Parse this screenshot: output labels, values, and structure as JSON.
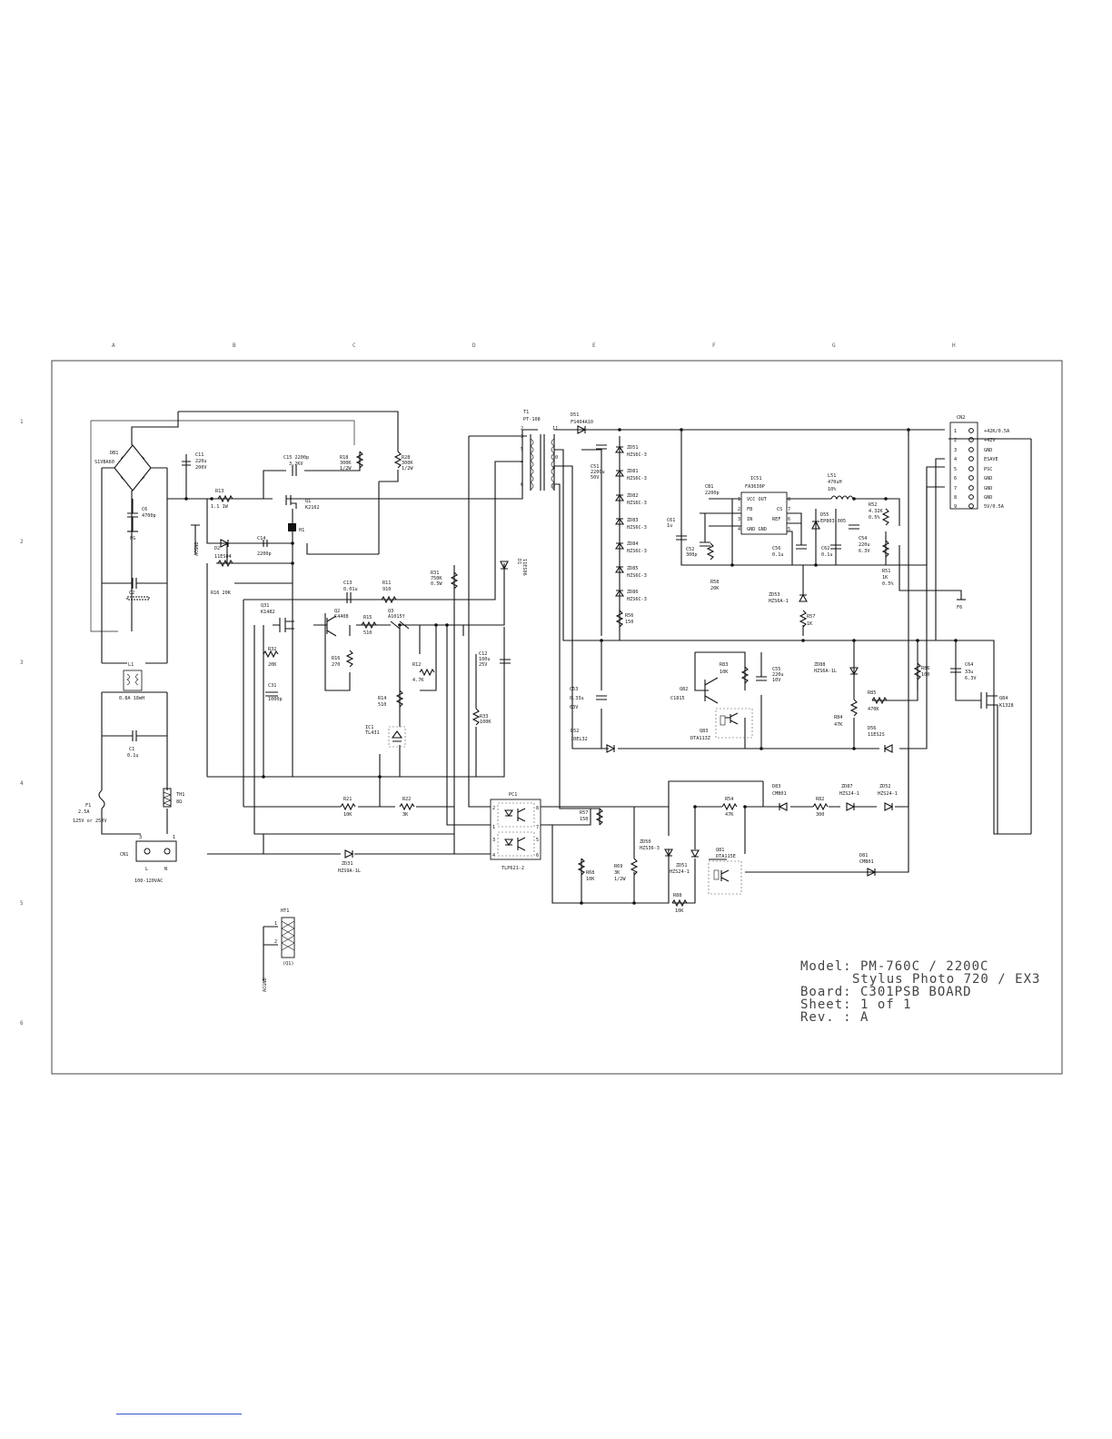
{
  "zones": {
    "columns": [
      "A",
      "B",
      "C",
      "D",
      "E",
      "F",
      "G",
      "H"
    ],
    "rows": [
      "1",
      "2",
      "3",
      "4",
      "5",
      "6"
    ]
  },
  "title_block": {
    "model": "Model: PM-760C / 2200C",
    "model2": "Stylus Photo 720 / EX3",
    "board": "Board: C301PSB BOARD",
    "sheet": "Sheet: 1 of 1",
    "rev": "Rev. : A"
  },
  "components": {
    "db1": [
      "DB1",
      "S1VBA60"
    ],
    "c11": [
      "C11",
      "220u",
      "200V"
    ],
    "c6": [
      "C6",
      "4700p"
    ],
    "fg": "FG",
    "c15": [
      "C15 2200p",
      "3.2KV"
    ],
    "r18": [
      "R18",
      "300K",
      "1/2W"
    ],
    "r28": [
      "R28",
      "300K",
      "1/2W"
    ],
    "r13": [
      "R13",
      "1.1  1W"
    ],
    "q1": [
      "Q1",
      "K2162"
    ],
    "h1": "H1",
    "c14": [
      "C14",
      "2200p"
    ],
    "d2": [
      "D2",
      "11ES04"
    ],
    "acgnd": "ACGND",
    "c2": "C2",
    "r16": "R16   20K",
    "c13": [
      "C13",
      "0.01u"
    ],
    "r11": [
      "R11",
      "910"
    ],
    "r31": [
      "R31",
      "750K",
      "0.5W"
    ],
    "q31": [
      "Q31",
      "K1482"
    ],
    "q2": [
      "Q2",
      "C4408"
    ],
    "r15": [
      "R15",
      "510"
    ],
    "q3": [
      "Q3",
      "A1015Y"
    ],
    "r32": [
      "R32",
      "20K"
    ],
    "r16b": [
      "R16",
      "270"
    ],
    "r12": [
      "R12",
      "4.7K"
    ],
    "c31": [
      "C31",
      "1000p"
    ],
    "r14": [
      "R14",
      "510"
    ],
    "ic1": [
      "IC1",
      "TL431"
    ],
    "l1": [
      "L1",
      "0.8A  18mH"
    ],
    "c1": [
      "C1",
      "0.1u"
    ],
    "f1": [
      "F1",
      "2.5A",
      "125V or 250V"
    ],
    "th1": [
      "TH1",
      "8Ω"
    ],
    "cn1": "CN1",
    "cn1_pins": [
      "3",
      "1"
    ],
    "cn1_ln": [
      "L",
      "N"
    ],
    "ac_in": "100-120VAC",
    "t1": [
      "T1",
      "PT-108"
    ],
    "t1_pins": [
      "2",
      "3",
      "5",
      "4",
      "6",
      "11",
      "10",
      "9",
      "8"
    ],
    "d51": [
      "D51",
      "FS404A10"
    ],
    "c51": [
      "C51",
      "2200u",
      "50V"
    ],
    "c12": [
      "C12",
      "100u",
      "25V"
    ],
    "d1": [
      "D1",
      "11ES06"
    ],
    "r33": [
      "R33",
      "100K"
    ],
    "zd51": [
      "ZD51",
      "HZS6C-3"
    ],
    "zd81": [
      "ZD81",
      "HZS6C-3"
    ],
    "zd82": [
      "ZD82",
      "HZS6C-3"
    ],
    "zd83": [
      "ZD83",
      "HZS6C-3"
    ],
    "zd84": [
      "ZD84",
      "HZS6C-3"
    ],
    "zd85": [
      "ZD85",
      "HZS6C-3"
    ],
    "zd86": [
      "ZD86",
      "HZS6C-3"
    ],
    "r56": [
      "R56",
      "150"
    ],
    "c53": [
      "C53",
      "0.33u",
      "63V"
    ],
    "d52": [
      "D52",
      "10EL32"
    ],
    "c61": [
      "C61",
      "1u"
    ],
    "cb1": [
      "CB1",
      "2200p"
    ],
    "c52": [
      "C52",
      "300p"
    ],
    "r58": [
      "R58",
      "20K"
    ],
    "ic51": "IC51",
    "ic51_part": "FA3630P",
    "ic51_pins_left": [
      [
        "1",
        "VCC OUT"
      ],
      [
        "2",
        "FB"
      ],
      [
        "3",
        "IN"
      ],
      [
        "4",
        "GND GND"
      ]
    ],
    "ic51_pins_right": [
      [
        "8",
        ""
      ],
      [
        "7",
        "CS"
      ],
      [
        "6",
        "REF"
      ],
      [
        "5",
        ""
      ]
    ],
    "c56": [
      "C56",
      "0.1u"
    ],
    "l51": [
      "L51",
      "470uH",
      "10%"
    ],
    "d55": [
      "D55",
      "EP803-005"
    ],
    "c62": [
      "C62",
      "0.1u"
    ],
    "c54": [
      "C54",
      "220u",
      "6.3V"
    ],
    "r52": [
      "R52",
      "4.32K",
      "0.5%"
    ],
    "r51": [
      "R51",
      "1K",
      "0.5%"
    ],
    "zd53": [
      "ZD53",
      "HZS6A-1"
    ],
    "r57": [
      "R57",
      "1K"
    ],
    "f6": "F6",
    "cn2": "CN2",
    "cn2_pins": [
      [
        "1",
        "+42K/0.5A"
      ],
      [
        "2",
        "+42V"
      ],
      [
        "3",
        "GND"
      ],
      [
        "4",
        "ESAVE"
      ],
      [
        "5",
        "PSC"
      ],
      [
        "6",
        "GND"
      ],
      [
        "7",
        "GND"
      ],
      [
        "8",
        "GND"
      ],
      [
        "9",
        "5V/0.5A"
      ]
    ],
    "r83": [
      "R83",
      "10K"
    ],
    "c55": [
      "C55",
      "220u",
      "10V"
    ],
    "q82": [
      "Q82",
      "C1815"
    ],
    "q83": [
      "Q83",
      "DTA113Z"
    ],
    "zd88": [
      "ZD88",
      "HZS6A-1L"
    ],
    "r86": [
      "R86",
      "100"
    ],
    "c64": [
      "C64",
      "33u",
      "6.3V"
    ],
    "r85": [
      "R85",
      "470K"
    ],
    "r84": [
      "R84",
      "47K"
    ],
    "d56": [
      "D56",
      "11ES2S"
    ],
    "q84": [
      "Q84",
      "K1328"
    ],
    "r21": [
      "R21",
      "10K"
    ],
    "r22": [
      "R22",
      "3K"
    ],
    "pc1": [
      "PC1",
      "TLP621-2"
    ],
    "pc1_pins": [
      "2",
      "1",
      "3",
      "4",
      "8",
      "7",
      "5",
      "6"
    ],
    "r57b": [
      "R57",
      "150"
    ],
    "r54": [
      "R54",
      "47K"
    ],
    "d83": [
      "D83",
      "CMB01"
    ],
    "r82": [
      "R82",
      "300"
    ],
    "zd87": [
      "ZD87",
      "HZS24-1"
    ],
    "zd52": [
      "ZD52",
      "HZS24-1"
    ],
    "zd31": [
      "ZD31",
      "HZS9A-1L"
    ],
    "zd50": [
      "ZD50",
      "HZS36-3"
    ],
    "zd51b": [
      "ZD51",
      "HZS24-1"
    ],
    "q81": [
      "Q81",
      "DTA115E"
    ],
    "d81": [
      "D81",
      "CMB01"
    ],
    "r68": [
      "R68",
      "10K"
    ],
    "r69": [
      "R69",
      "3K",
      "1/2W"
    ],
    "r88": [
      "R88",
      "10K"
    ],
    "ht1": "HT1",
    "q1ref": "(Q1)",
    "ht_pins": [
      "1",
      "2"
    ]
  }
}
